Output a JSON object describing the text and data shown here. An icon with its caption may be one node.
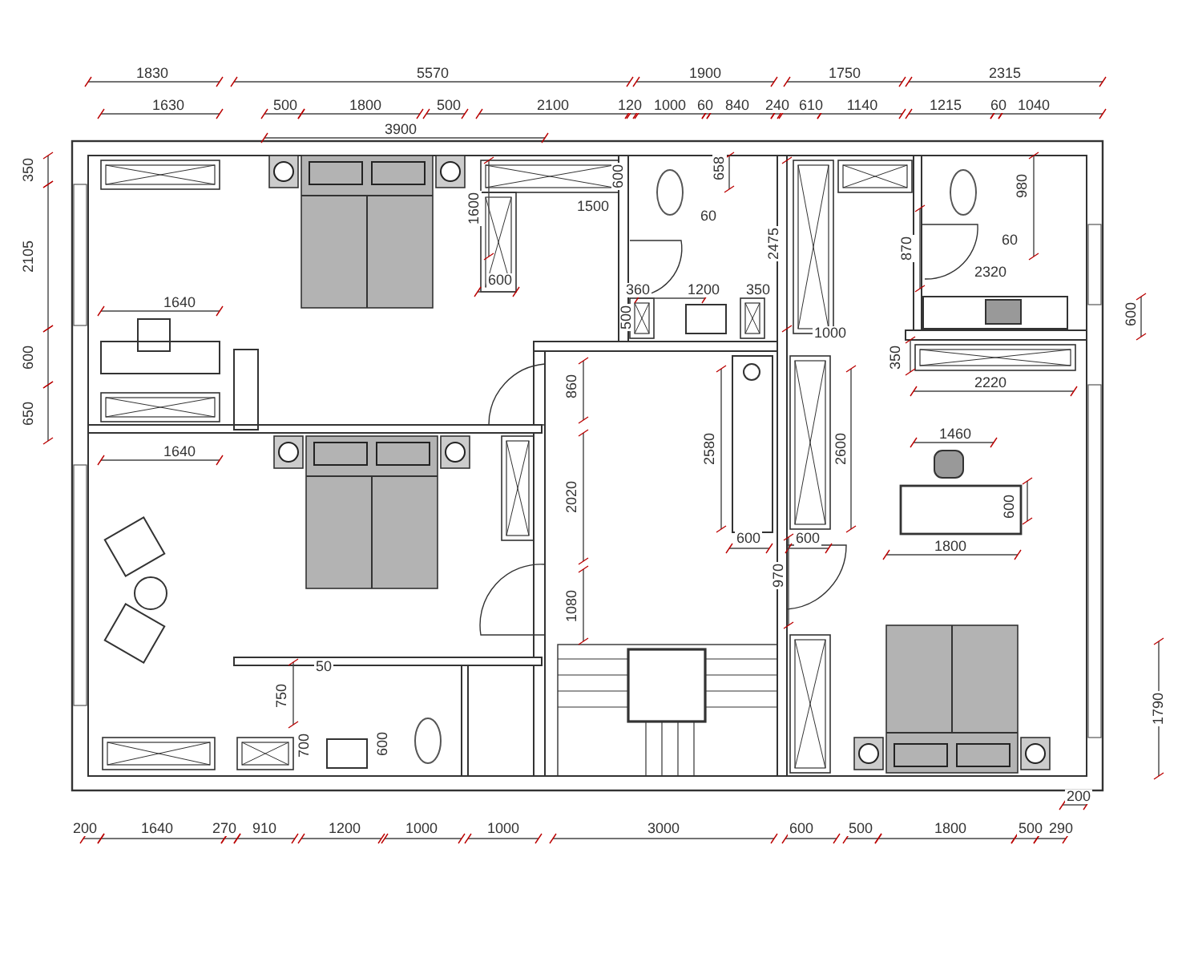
{
  "diagram": {
    "labels": [
      "1830",
      "5570",
      "1900",
      "1750",
      "2315",
      "1630",
      "500",
      "1800",
      "500",
      "2100",
      "120",
      "1000",
      "60",
      "840",
      "240",
      "610",
      "1140",
      "1215",
      "60",
      "1040",
      "3900",
      "350",
      "600",
      "658",
      "980",
      "1500",
      "60",
      "1600",
      "2475",
      "60",
      "870",
      "2105",
      "2320",
      "600",
      "360",
      "1200",
      "350",
      "1640",
      "500",
      "600",
      "1000",
      "600",
      "350",
      "2220",
      "860",
      "650",
      "1460",
      "2580",
      "2600",
      "1640",
      "2020",
      "600",
      "600",
      "600",
      "1800",
      "970",
      "1080",
      "50",
      "750",
      "700",
      "600",
      "1790",
      "200",
      "200",
      "1640",
      "270",
      "910",
      "1200",
      "1000",
      "1000",
      "3000",
      "600",
      "500",
      "1800",
      "500",
      "290"
    ]
  }
}
